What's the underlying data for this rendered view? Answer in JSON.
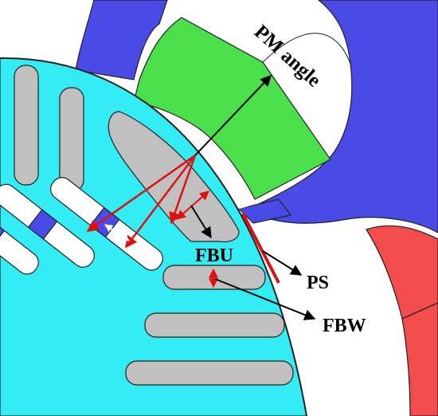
{
  "labels": {
    "pm_angle": "PM angle",
    "fbu": "FBU",
    "ps": "PS",
    "fbw": "FBW"
  },
  "colors": {
    "rotor_core": "#33ecf4",
    "stator": "#4a4ae6",
    "magnet_green": "#4be04b",
    "magnet_red": "#f24c4c",
    "flux_barrier": "#c0c0c0",
    "rotor_pm_slot": "#4a4ae6",
    "annotation_red": "#e01010",
    "annotation_black": "#000000",
    "annotation_white": "#ffffff"
  }
}
